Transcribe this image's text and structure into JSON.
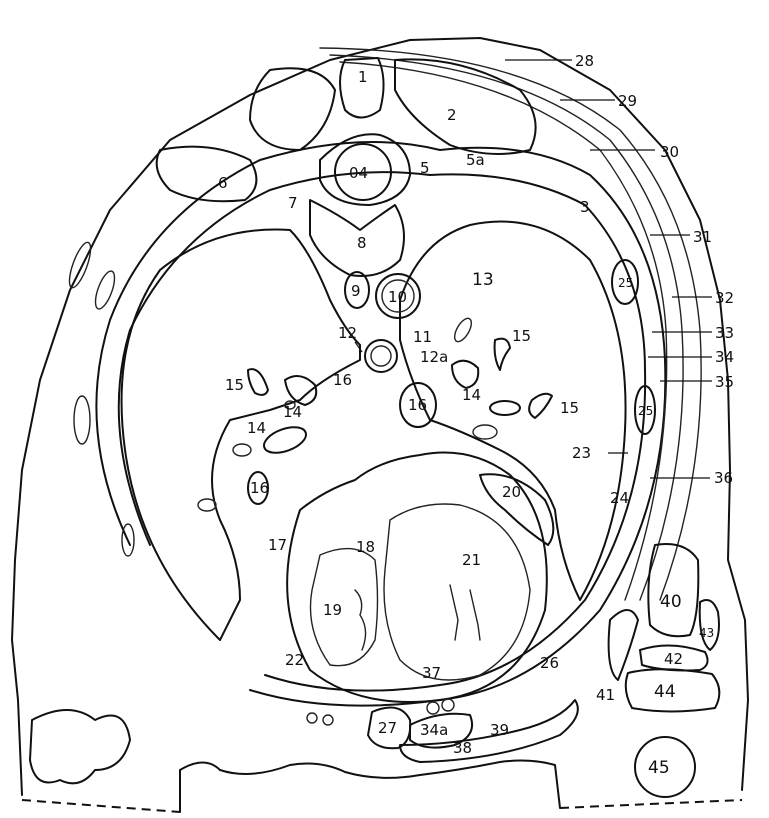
{
  "figure": {
    "labels": {
      "l1": "1",
      "l2": "2",
      "l3": "3",
      "l04": "04",
      "l5": "5",
      "l5a": "5a",
      "l6": "6",
      "l7": "7",
      "l8": "8",
      "l9": "9",
      "l10": "10",
      "l11": "11",
      "l12": "12",
      "l12a": "12a",
      "l13": "13",
      "l14a": "14",
      "l14b": "14",
      "l14c": "14",
      "l15a": "15",
      "l15b": "15",
      "l15c": "15",
      "l16a": "16",
      "l16b": "16",
      "l16c": "16",
      "l17": "17",
      "l18": "18",
      "l19": "19",
      "l20": "20",
      "l21": "21",
      "l22": "22",
      "l23": "23",
      "l24": "24",
      "l25a": "25",
      "l25b": "25",
      "l26": "26",
      "l27": "27",
      "l28": "28",
      "l29": "29",
      "l30": "30",
      "l31": "31",
      "l32": "32",
      "l33": "33",
      "l34": "34",
      "l34a": "34a",
      "l35": "35",
      "l36": "36",
      "l37": "37",
      "l38": "38",
      "l39": "39",
      "l40": "40",
      "l41": "41",
      "l42": "42",
      "l43": "43",
      "l44": "44",
      "l45": "45"
    }
  }
}
